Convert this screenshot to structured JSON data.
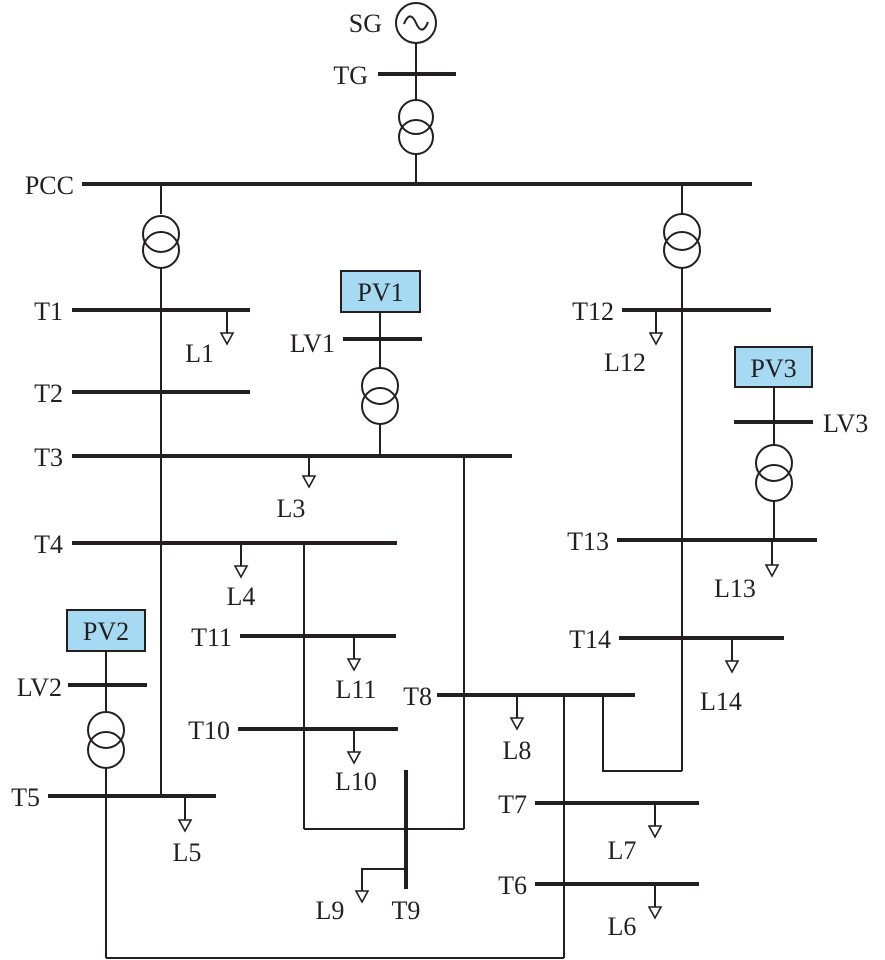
{
  "generator": {
    "label": "SG"
  },
  "buses": {
    "tg": "TG",
    "pcc": "PCC",
    "t1": "T1",
    "t2": "T2",
    "t3": "T3",
    "t4": "T4",
    "t5": "T5",
    "t6": "T6",
    "t7": "T7",
    "t8": "T8",
    "t9": "T9",
    "t10": "T10",
    "t11": "T11",
    "t12": "T12",
    "t13": "T13",
    "t14": "T14",
    "lv1": "LV1",
    "lv2": "LV2",
    "lv3": "LV3"
  },
  "pv": {
    "pv1": "PV1",
    "pv2": "PV2",
    "pv3": "PV3"
  },
  "loads": {
    "l1": "L1",
    "l3": "L3",
    "l4": "L4",
    "l5": "L5",
    "l6": "L6",
    "l7": "L7",
    "l8": "L8",
    "l9": "L9",
    "l10": "L10",
    "l11": "L11",
    "l12": "L12",
    "l13": "L13",
    "l14": "L14"
  },
  "colors": {
    "line": "#231f20",
    "pv_fill": "#a6d9f2",
    "background": "#ffffff"
  }
}
